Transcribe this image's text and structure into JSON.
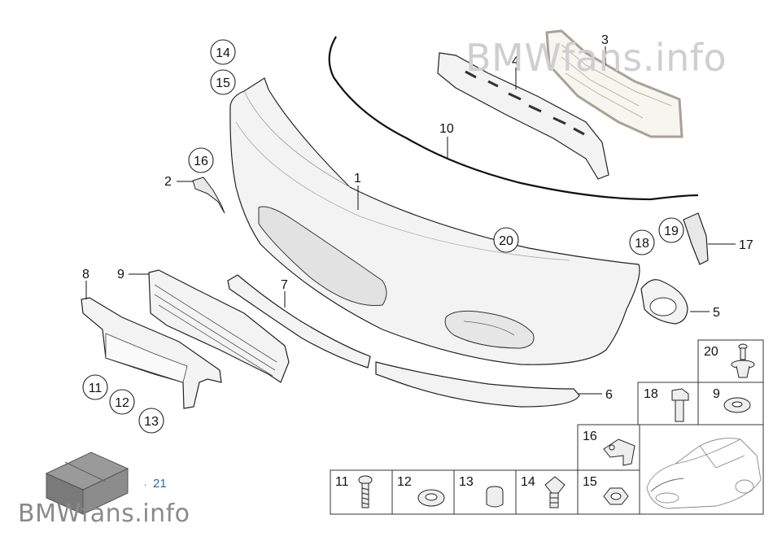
{
  "watermark_top": "BMWfans.info",
  "watermark_bottom": "BMWfans.info",
  "callouts": {
    "p1": "1",
    "p2": "2",
    "p3": "3",
    "p4": "4",
    "p5": "5",
    "p6": "6",
    "p7": "7",
    "p8": "8",
    "p9": "9",
    "p10": "10",
    "p17": "17",
    "p21": "21"
  },
  "circled": {
    "c11": "11",
    "c12": "12",
    "c13": "13",
    "c14": "14",
    "c15": "15",
    "c16": "16",
    "c18": "18",
    "c19": "19",
    "c20": "20"
  },
  "thumbnails": {
    "t11": "11",
    "t12": "12",
    "t13": "13",
    "t14": "14",
    "t15": "15",
    "t16": "16",
    "t18": "18",
    "t9": "9",
    "t20": "20"
  },
  "colors": {
    "line": "#222222",
    "part_fill": "#f2f2f2",
    "shadow": "#cfcfcf",
    "link_blue": "#2a6bb0",
    "box_gray": "#7a7a7a"
  }
}
